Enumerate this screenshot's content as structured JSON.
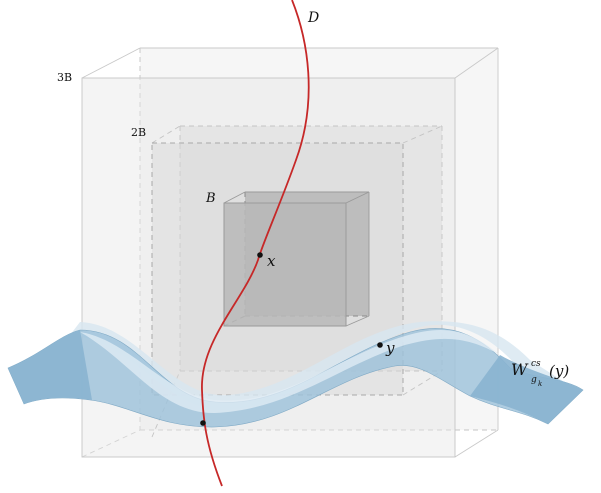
{
  "labels": {
    "curve": "D",
    "box_large": "3B",
    "box_medium": "2B",
    "box_small": "B",
    "point_x": "x",
    "point_y": "y",
    "manifold_main": "W",
    "manifold_sup": "cs",
    "manifold_sub": "g",
    "manifold_subsub": "k",
    "manifold_arg": "(y)"
  },
  "colors": {
    "curve": "#c62828",
    "surface": "#8fb8d3",
    "surface_light": "#cfe2ee",
    "box_large": "#d9d9d9",
    "box_medium": "#cfcfcf",
    "box_small": "#b0b0b0",
    "point": "#111111"
  }
}
